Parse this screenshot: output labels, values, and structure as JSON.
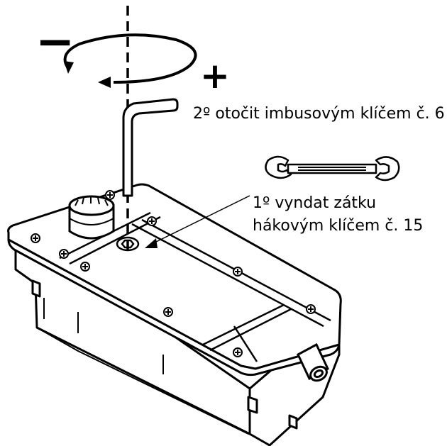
{
  "rotation": {
    "minus_sign": "−",
    "plus_sign": "+"
  },
  "instructions": {
    "step2": "2º otočit imbusovým klíčem č. 6",
    "step1_line1": "1º vyndat zátku",
    "step1_line2": "hákovým klíčem č. 15"
  },
  "icons": {
    "rotation_arrow": "rotation-arrow-icon",
    "allen_key": "allen-key-icon",
    "hook_wrench": "wrench-icon"
  },
  "colors": {
    "line": "#000000",
    "background": "#ffffff"
  }
}
